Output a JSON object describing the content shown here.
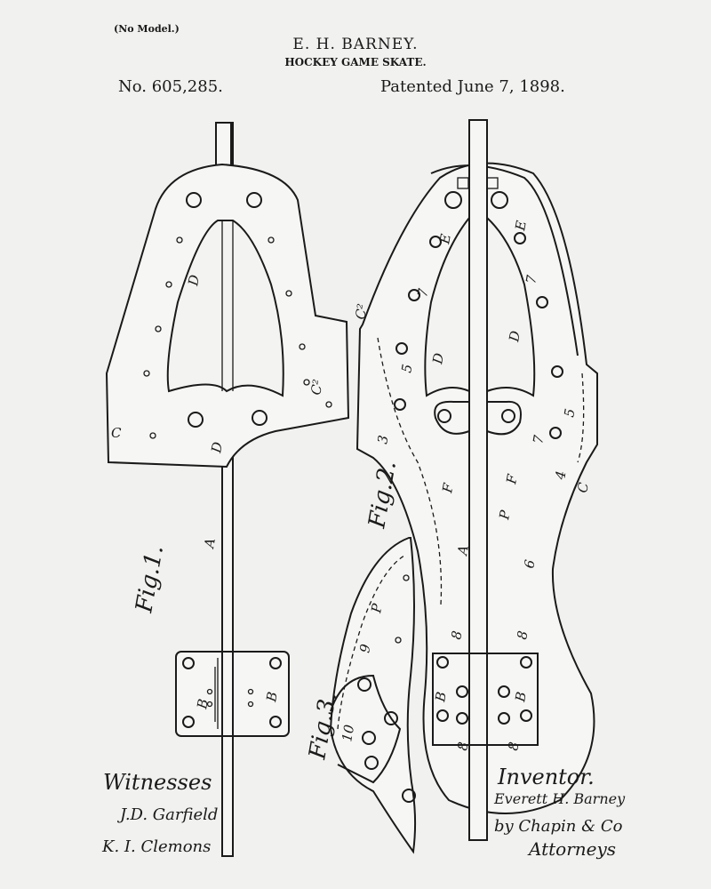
{
  "header": {
    "no_model": "(No Model.)",
    "inventor": "E. H. BARNEY.",
    "title": "HOCKEY GAME SKATE.",
    "patent_number": "No. 605,285.",
    "patent_date": "Patented June 7, 1898."
  },
  "figures": {
    "fig1": "Fig.1.",
    "fig2": "Fig.2.",
    "fig3": "Fig.3."
  },
  "labels": {
    "A": "A",
    "B": "B",
    "C": "C",
    "C2": "C²",
    "D": "D",
    "E": "E",
    "F": "F",
    "P": "P",
    "n3": "3",
    "n4": "4",
    "n5": "5",
    "n6": "6",
    "n7": "7",
    "n8": "8",
    "n9": "9",
    "n10": "10"
  },
  "signatures": {
    "witnesses_label": "Witnesses",
    "witness1": "J.D. Garfield",
    "witness2": "K. I. Clemons",
    "inventor_label": "Inventor.",
    "inventor_name": "Everett H. Barney",
    "by_attorneys": "by Chapin & Co",
    "attorneys_label": "Attorneys"
  }
}
